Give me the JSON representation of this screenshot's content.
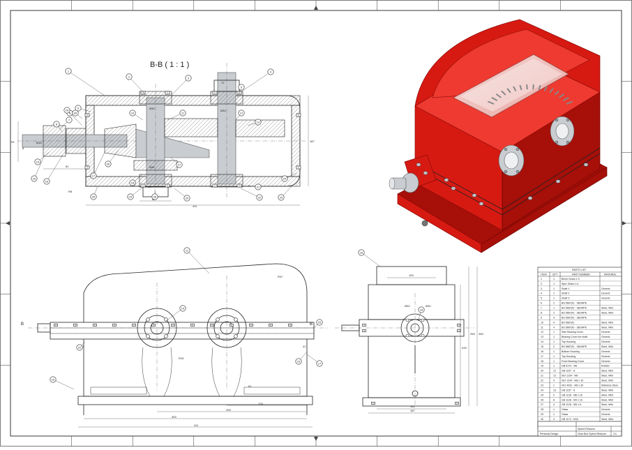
{
  "section_view": {
    "title": "B-B ( 1 : 1 )",
    "dims": [
      "411",
      "187",
      "93",
      "81",
      "82",
      "27",
      "72",
      "68",
      "Ø30",
      "Ø18",
      "Ø32",
      "Ø35",
      "8",
      "R8"
    ],
    "balloons": [
      "1",
      "2",
      "3",
      "4",
      "5",
      "6",
      "7",
      "8",
      "9",
      "10",
      "11",
      "12",
      "13",
      "14",
      "15",
      "16",
      "17",
      "18",
      "19",
      "20",
      "21",
      "22",
      "23",
      "24",
      "25",
      "26",
      "27",
      "28",
      "29",
      "30"
    ]
  },
  "front_view": {
    "cut_label_left": "B",
    "cut_label_right": "B",
    "dims": [
      "411",
      "393",
      "299",
      "124",
      "R15",
      "17",
      "61",
      "41",
      "R47"
    ],
    "balloons": [
      "11",
      "14",
      "15",
      "17",
      "22",
      "23",
      "25"
    ]
  },
  "side_view": {
    "dims": [
      "187",
      "161",
      "100",
      "Ø32",
      "Ø40",
      "269",
      "283",
      "249"
    ],
    "balloons": [
      "16",
      "18"
    ]
  },
  "parts_list": {
    "title": "PARTS LIST",
    "headers": [
      "ITEM",
      "QTY",
      "PART NUMBER",
      "MATERIAL"
    ],
    "rows": [
      [
        "1",
        "1",
        "Bevel Gears 1:3",
        ""
      ],
      [
        "2",
        "1",
        "Spur Gears 1:4",
        ""
      ],
      [
        "3",
        "1",
        "Shaft 1",
        "Generic"
      ],
      [
        "4",
        "1",
        "Shaft 2",
        "Generic"
      ],
      [
        "5",
        "1",
        "Shaft 3",
        "Generic"
      ],
      [
        "6",
        "2",
        "BS 5667(F) - 3B1WPE",
        ""
      ],
      [
        "7",
        "1",
        "BS 5667(F) - 3B1WPE",
        "Steel, Mild"
      ],
      [
        "8",
        "2",
        "BS 5667(F) - 3B1WPE",
        "Steel, Mild"
      ],
      [
        "9",
        "4",
        "BS 5667(F) - 3B1WPE",
        ""
      ],
      [
        "10",
        "4",
        "BS 5667(F)",
        "Steel, Mild"
      ],
      [
        "11",
        "4",
        "BS 5667(F) - 3B1WPE",
        "Steel, Mild"
      ],
      [
        "12",
        "1",
        "Side Bearing Cover",
        "Generic"
      ],
      [
        "13",
        "1",
        "Bearing Cover for shaft",
        "Generic"
      ],
      [
        "14",
        "1",
        "Top Housing",
        "Generic"
      ],
      [
        "15",
        "2",
        "BS 5667(F) - 3B1WPE",
        "Steel, Mild"
      ],
      [
        "16",
        "1",
        "Bottom Housing",
        "Generic"
      ],
      [
        "17",
        "1",
        "Top Housing",
        "Generic"
      ],
      [
        "18",
        "1",
        "Front Bearing Cover",
        "Generic"
      ],
      [
        "19",
        "1",
        "GB 6170 - M6",
        "Rubber"
      ],
      [
        "20",
        "12",
        "GB 1157 - 8",
        "Steel, Mild"
      ],
      [
        "21",
        "13",
        "ISO 1234 - M8",
        "Steel, Mild"
      ],
      [
        "22",
        "4",
        "ISO 1234 - M8 x 16",
        "Steel, Mild"
      ],
      [
        "23",
        "1",
        "ISO 4032 - M6 x 30",
        "Stainless Steel"
      ],
      [
        "24",
        "13",
        "GB 1157 - 6",
        "Steel, Mild"
      ],
      [
        "25",
        "2",
        "GB 1128 - M6 x 16",
        "Steel, Mild"
      ],
      [
        "26",
        "8",
        "GB 1128 - M4 x 16",
        "Steel, Mild"
      ],
      [
        "27",
        "4",
        "GB 1128 - M5 x 6",
        "Steel, Mild"
      ],
      [
        "28",
        "1",
        "Glass",
        "Generic"
      ],
      [
        "29",
        "1",
        "Glass",
        "Generic"
      ],
      [
        "30",
        "4",
        "GB 1174 - M10",
        "Steel, Mild"
      ]
    ]
  },
  "title_block": {
    "title": "Speed Reducer",
    "subtitle": "Gear Box Speed Reducer",
    "designer": "Personal Design",
    "sheet": "1/1"
  },
  "colors": {
    "housing_red": "#d61a12",
    "steel": "#c9ccd0",
    "line": "#222222"
  }
}
